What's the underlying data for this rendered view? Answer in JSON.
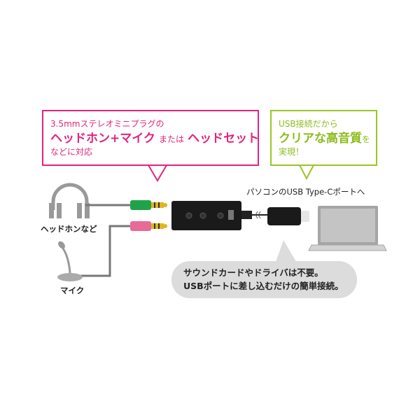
{
  "callout_left": {
    "line1": "3.5mmステレオミニプラグの",
    "line2_a": "ヘッドホン+マイク",
    "line2_b": "または",
    "line2_c": "ヘッドセット",
    "line3": "などに対応",
    "color": "#e4237d"
  },
  "callout_right": {
    "line1": "USB接続だから",
    "line2_a": "クリアな高音質",
    "line2_b": "を",
    "line3": "実現！",
    "color": "#9cc524"
  },
  "labels": {
    "headphones": "ヘッドホンなど",
    "mic": "マイク",
    "pc_port": "パソコンのUSB Type-Cポートへ"
  },
  "bubble": {
    "line1": "サウンドカードやドライバは不要。",
    "line2": "USBポートに差し込むだけの簡単接続。"
  }
}
